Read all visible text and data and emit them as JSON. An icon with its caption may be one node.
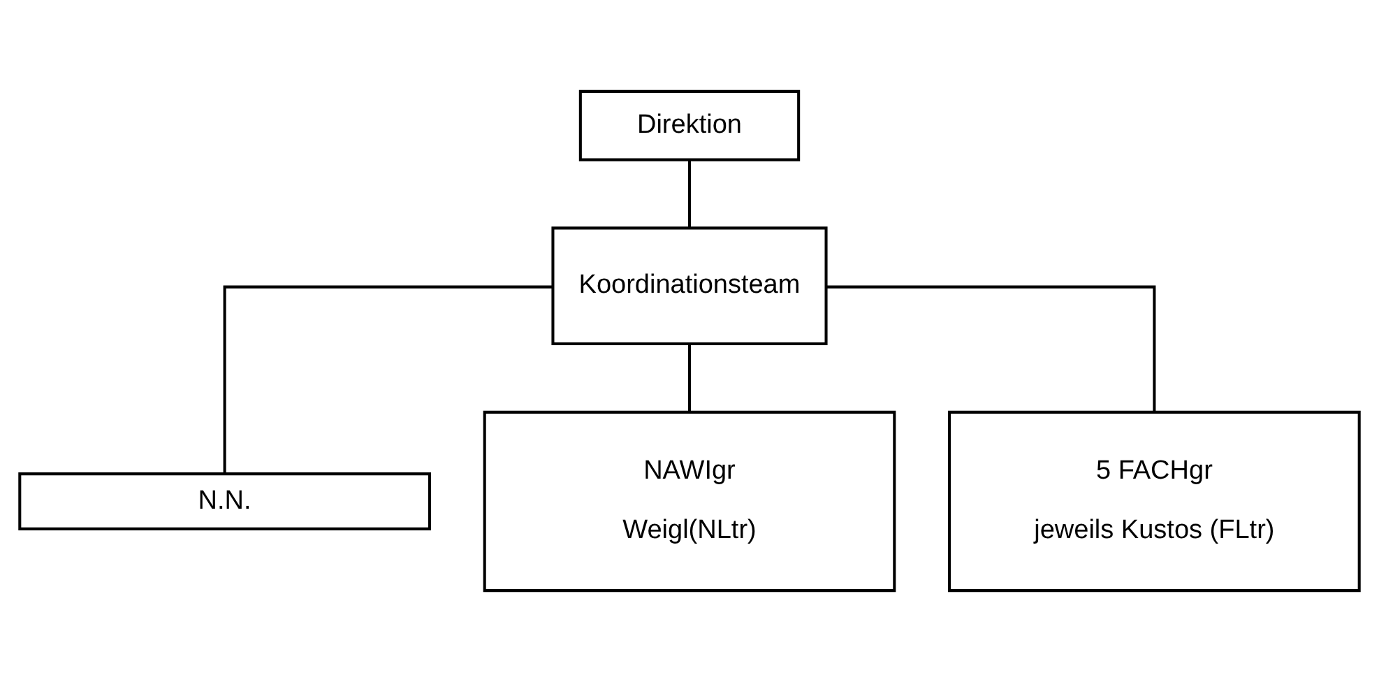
{
  "diagram": {
    "nodes": [
      {
        "text": [
          "Direktion"
        ]
      },
      {
        "text": [
          "Koordinationsteam"
        ]
      },
      {
        "text": [
          "N.N."
        ]
      },
      {
        "text": [
          "NAWIgr",
          "Weigl(NLtr)"
        ]
      },
      {
        "text": [
          "5 FACHgr",
          "jeweils Kustos (FLtr)"
        ]
      }
    ],
    "edges": [
      {
        "from": 0,
        "to": 1,
        "arrow": "none"
      },
      {
        "from": 1,
        "to": 2,
        "arrow": "none"
      },
      {
        "from": 1,
        "to": 3,
        "arrow": "none"
      },
      {
        "from": 1,
        "to": 4,
        "arrow": "none"
      }
    ]
  }
}
